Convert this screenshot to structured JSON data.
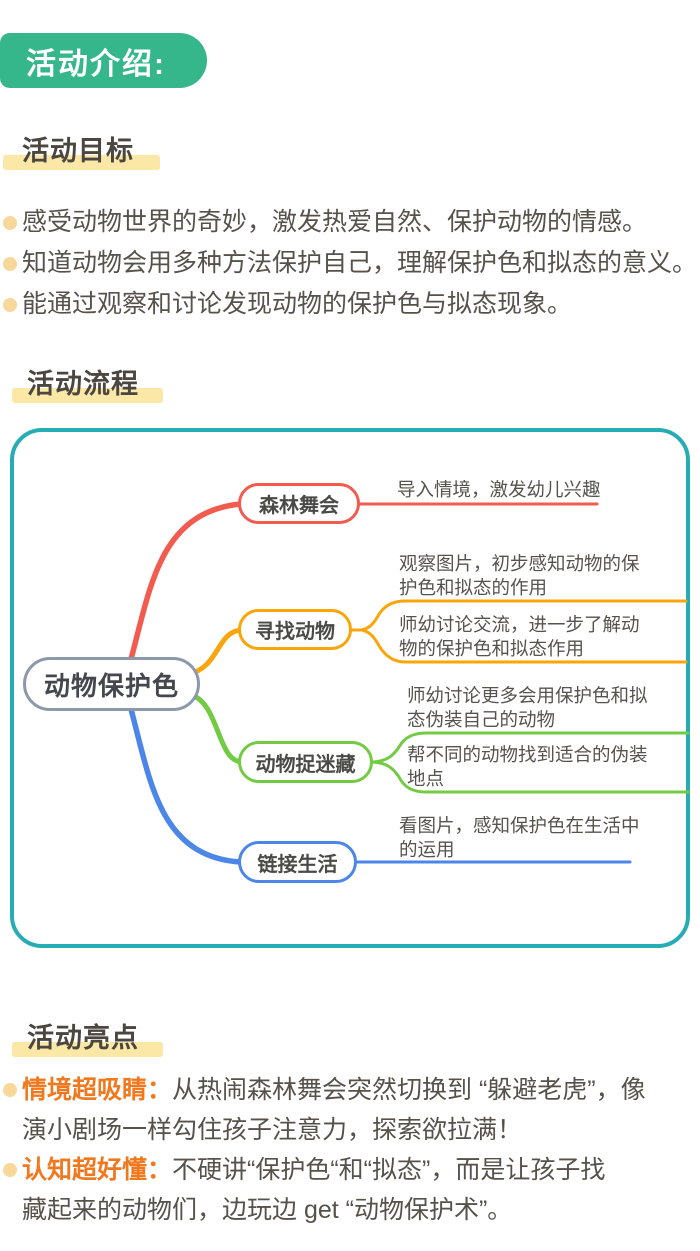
{
  "badge": {
    "label": "活动介绍:"
  },
  "goals": {
    "title": "活动目标",
    "items": [
      "感受动物世界的奇妙，激发热爱自然、保护动物的情感。",
      "知道动物会用多种方法保护自己，理解保护色和拟态的意义。",
      "能通过观察和讨论发现动物的保护色与拟态现象。"
    ]
  },
  "flow": {
    "title": "活动流程"
  },
  "mindmap": {
    "center_label": "动物保护色",
    "branches": [
      {
        "label": "森林舞会",
        "color": "#f25b4e",
        "captions": [
          {
            "lines": [
              "导入情境，激发幼儿兴趣"
            ]
          }
        ]
      },
      {
        "label": "寻找动物",
        "color": "#faa60a",
        "captions": [
          {
            "lines": [
              "观察图片，初步感知动物的保",
              "护色和拟态的作用"
            ]
          },
          {
            "lines": [
              "师幼讨论交流，进一步了解动",
              "物的保护色和拟态作用"
            ]
          }
        ]
      },
      {
        "label": "动物捉迷藏",
        "color": "#72cb43",
        "captions": [
          {
            "lines": [
              "师幼讨论更多会用保护色和拟",
              "态伪装自己的动物"
            ]
          },
          {
            "lines": [
              "帮不同的动物找到适合的伪装",
              "地点"
            ]
          }
        ]
      },
      {
        "label": "链接生活",
        "color": "#4b86e8",
        "captions": [
          {
            "lines": [
              "看图片，感知保护色在生活中",
              "的运用"
            ]
          }
        ]
      }
    ]
  },
  "highlights": {
    "title": "活动亮点",
    "items": [
      {
        "keyword": "情境超吸睛：",
        "lines": [
          "从热闹森林舞会突然切换到 “躲避老虎”，像",
          "演小剧场一样勾住孩子注意力，探索欲拉满！"
        ]
      },
      {
        "keyword": "认知超好懂：",
        "lines": [
          "不硬讲“保护色“和“拟态”，而是让孩子找",
          "藏起来的动物们，边玩边 get “动物保护术”。"
        ]
      }
    ]
  },
  "colors": {
    "badge_bg": "#35b68b",
    "section_highlight": "#fbe7a6",
    "body_text": "#56524b",
    "keyword_orange": "#f0791f",
    "bullet_dot": "#f8d89a",
    "mindmap_border": "#26adb4",
    "center_pill_border": "#8c98ac",
    "branch_red": "#f25b4e",
    "branch_yellow": "#faa60a",
    "branch_green": "#72cb43",
    "branch_blue": "#4b86e8"
  }
}
